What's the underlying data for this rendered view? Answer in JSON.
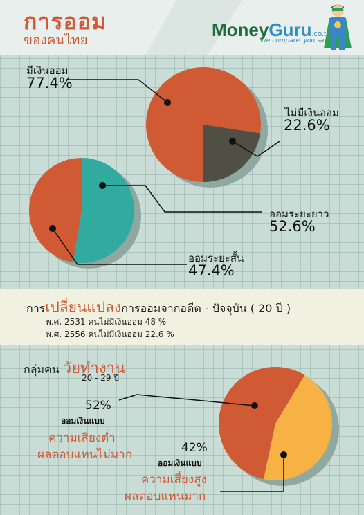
{
  "header": {
    "title": "การออม",
    "subtitle": "ของคนไทย",
    "logo_part1": "Money",
    "logo_part2": "Guru",
    "logo_domain": ".co.th",
    "tagline": "We compare, you save"
  },
  "colors": {
    "orange": "#cf5a33",
    "dark": "#4f4f43",
    "teal": "#31aba0",
    "yellow": "#f6b244",
    "accent_text": "#d05a35",
    "band_bg": "#f1f1e2"
  },
  "chart_data": [
    {
      "type": "pie",
      "series": [
        {
          "label": "มีเงินออม",
          "value": 77.4,
          "display": "77.4%",
          "color": "#cf5a33"
        },
        {
          "label": "ไม่มีเงินออม",
          "value": 22.6,
          "display": "22.6%",
          "color": "#4f4f43"
        }
      ]
    },
    {
      "type": "pie",
      "series": [
        {
          "label": "ออมระยะยาว",
          "value": 52.6,
          "display": "52.6%",
          "color": "#31aba0"
        },
        {
          "label": "ออมระยะสั้น",
          "value": 47.4,
          "display": "47.4%",
          "color": "#cf5a33"
        }
      ]
    },
    {
      "type": "pie",
      "series": [
        {
          "value": 52,
          "display": "52%",
          "type_label": "ออมเงินแบบ",
          "desc": [
            "ความเสี่ยงต่ำ",
            "ผลตอบแทนไม่มาก"
          ],
          "color": "#cf5a33"
        },
        {
          "value": 42,
          "display": "42%",
          "type_label": "ออมเงินแบบ",
          "desc": [
            "ความเสี่ยงสูง",
            "ผลตอบแทนมาก"
          ],
          "color": "#f6b244"
        }
      ]
    }
  ],
  "change_band": {
    "prefix": "การ",
    "highlight": "เปลี่ยนแปลง",
    "suffix": "การออมจากอดีต - ปัจจุบัน  ( 20 ปี )",
    "lines": [
      "พ.ศ. 2531   คนไม่มีเงินออม 48 %",
      "พ.ศ. 2556   คนไม่มีเงินออม 22.6 %"
    ]
  },
  "working_age": {
    "prefix": "กลุ่มคน ",
    "highlight": "วัยทำงาน",
    "age_range": "20 - 29 ปี"
  }
}
